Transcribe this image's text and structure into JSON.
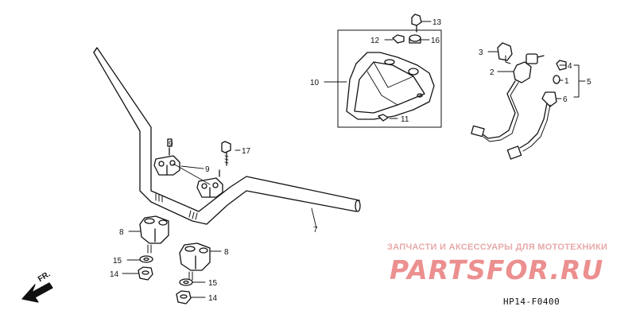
{
  "parts": {
    "p1": "1",
    "p2": "2",
    "p3": "3",
    "p4": "4",
    "p5": "5",
    "p6": "6",
    "p7": "7",
    "p8a": "8",
    "p8b": "8",
    "p9a": "9",
    "p9b": "9",
    "p10": "10",
    "p11": "11",
    "p12": "12",
    "p13": "13",
    "p14a": "14",
    "p14b": "14",
    "p15a": "15",
    "p15b": "15",
    "p16": "16",
    "p17": "17"
  },
  "direction": "FR.",
  "diagram_code": "HP14-F0400",
  "watermark": {
    "tagline": "ЗАПЧАСТИ И АКСЕССУАРЫ ДЛЯ МОТОТЕХНИКИ",
    "logo": "PARTSFOR.RU",
    "color": "#ec8f8f"
  }
}
